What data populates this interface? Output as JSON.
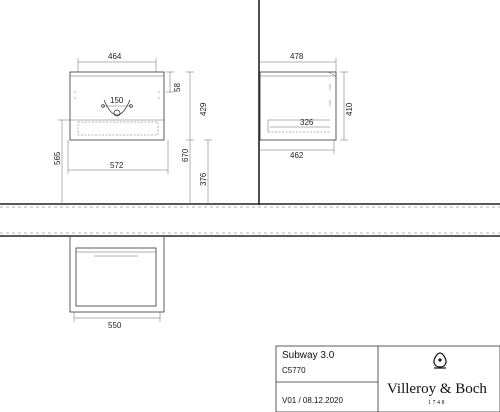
{
  "title_block": {
    "product_name": "Subway 3.0",
    "product_code": "C5770",
    "version": "V01 / 08.12.2020",
    "brand": "Villeroy & Boch",
    "brand_year": "1748"
  },
  "front_view": {
    "width_top": "464",
    "drawer_height": "58",
    "tap_spacing": "150",
    "height_upper": "429",
    "total_height": "670",
    "floor_to_bottom": "565",
    "width_bottom": "572",
    "floor_to_drawer": "376"
  },
  "side_view": {
    "depth_top": "478",
    "height": "410",
    "inner_depth": "326",
    "depth_bottom": "462"
  },
  "top_view": {
    "width": "550"
  }
}
